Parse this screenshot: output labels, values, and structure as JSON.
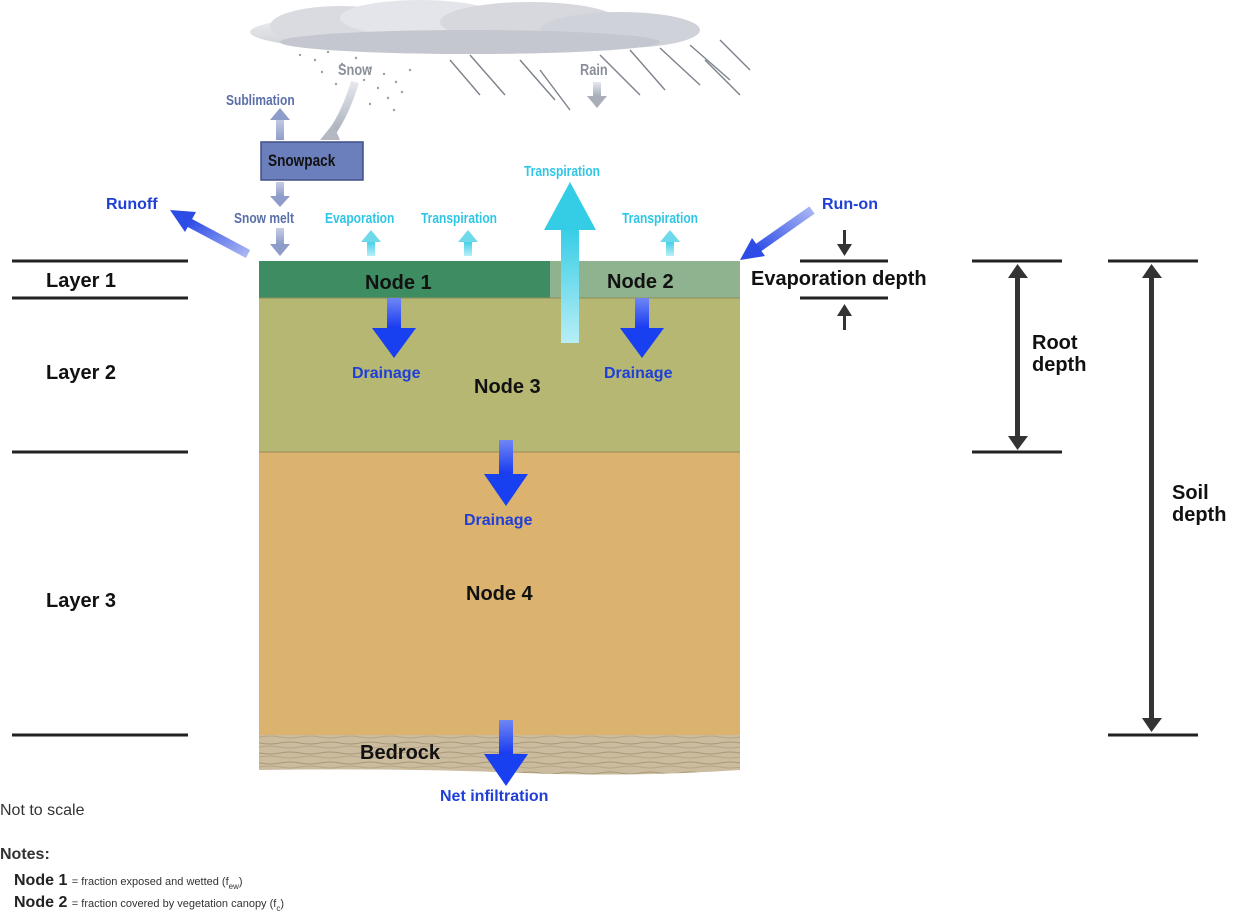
{
  "precipitation": {
    "snow": "Snow",
    "rain": "Rain"
  },
  "snowpack": {
    "label": "Snowpack",
    "sublimation": "Sublimation",
    "snow_melt": "Snow melt"
  },
  "surface": {
    "runoff": "Runoff",
    "run_on": "Run-on",
    "evaporation": "Evaporation",
    "transpiration_node1": "Transpiration",
    "transpiration_node2": "Transpiration",
    "transpiration_root": "Transpiration"
  },
  "layers": [
    "Layer 1",
    "Layer 2",
    "Layer 3"
  ],
  "nodes": {
    "node1": "Node 1",
    "node2": "Node 2",
    "node3": "Node 3",
    "node4": "Node 4",
    "bedrock": "Bedrock"
  },
  "flows": {
    "drainage1": "Drainage",
    "drainage2": "Drainage",
    "drainage3": "Drainage",
    "net_infiltration": "Net infiltration"
  },
  "depths": {
    "evaporation": "Evaporation depth",
    "root_l1": "Root",
    "root_l2": "depth",
    "soil_l1": "Soil",
    "soil_l2": "depth"
  },
  "footer": {
    "scale_note": "Not to scale",
    "notes_title": "Notes:",
    "note1_key": "Node 1",
    "note1_text": "= fraction exposed and wetted (f",
    "note1_sub": "ew",
    "note2_key": "Node 2",
    "note2_text": "= fraction covered by vegetation canopy (f",
    "note2_sub": "c"
  },
  "colors": {
    "node1": "#3d8c62",
    "node2": "#8fb38e",
    "layer2": "#b5b773",
    "layer3": "#dbb36e",
    "bedrock": "#c8b89a",
    "drainage_arrow": "#1840f0",
    "transpiration_arrow": "#4fd3e8"
  }
}
